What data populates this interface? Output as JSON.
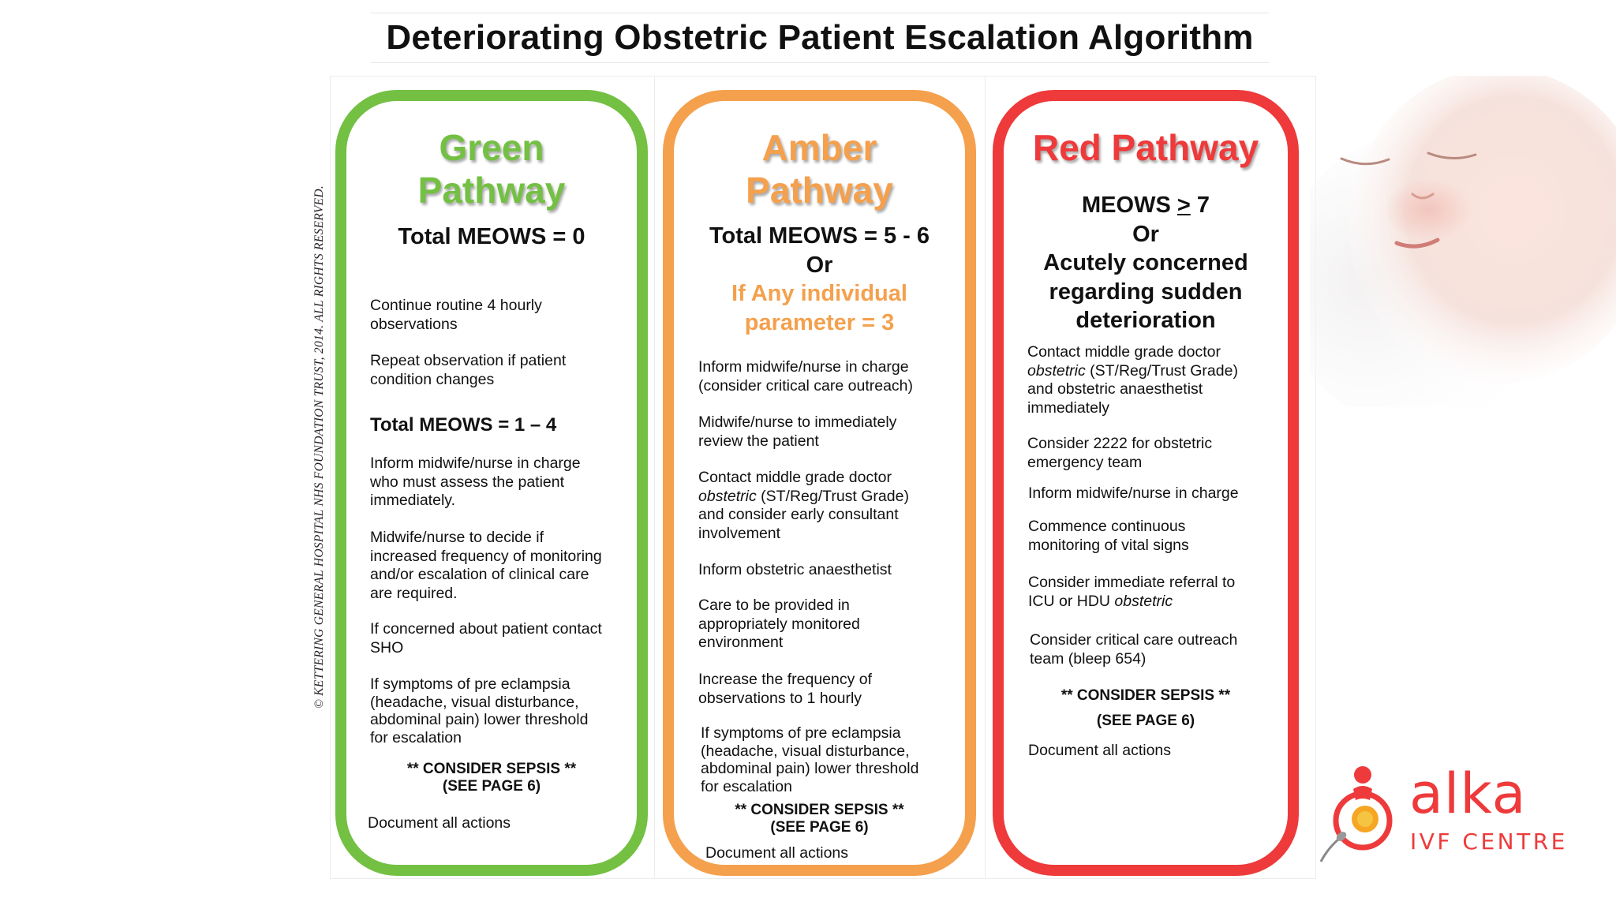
{
  "title": "Deteriorating Obstetric Patient Escalation Algorithm",
  "copyright": "© KETTERING GENERAL HOSPITAL NHS FOUNDATION TRUST, 2014. ALL RIGHTS RESERVED.",
  "colors": {
    "green": "#73c043",
    "amber": "#f4a04d",
    "red": "#ee3a3b"
  },
  "green": {
    "title_line1": "Green",
    "title_line2": "Pathway",
    "score": "Total MEOWS = 0",
    "item1_l1": "Continue routine 4 hourly",
    "item1_l2": "observations",
    "item2_l1": "Repeat observation if patient",
    "item2_l2": "condition changes",
    "score2": "Total MEOWS = 1 – 4",
    "item3_l1": "Inform midwife/nurse in charge",
    "item3_l2": "who must assess the patient",
    "item3_l3": "immediately.",
    "item4_l1": "Midwife/nurse to decide if",
    "item4_l2": "increased frequency of monitoring",
    "item4_l3": "and/or escalation of clinical care",
    "item4_l4": "are required.",
    "item5_l1": "If concerned about patient contact",
    "item5_l2": "SHO",
    "item6_l1": "If symptoms of pre eclampsia",
    "item6_l2": "(headache, visual disturbance,",
    "item6_l3": "abdominal pain) lower threshold",
    "item6_l4": "for escalation",
    "sepsis_l1": "** CONSIDER SEPSIS **",
    "sepsis_l2": "(SEE PAGE 6)",
    "document": "Document all actions"
  },
  "amber": {
    "title_line1": "Amber",
    "title_line2": "Pathway",
    "score": "Total MEOWS = 5 - 6",
    "or": "Or",
    "param_l1": "If Any individual",
    "param_l2": "parameter = 3",
    "item1_l1": "Inform midwife/nurse in charge",
    "item1_l2": "(consider critical care outreach)",
    "item2_l1": "Midwife/nurse to immediately",
    "item2_l2": "review the patient",
    "item3_l1": "Contact middle grade doctor",
    "item3_l2a": "obstetric",
    "item3_l2b": " (ST/Reg/Trust Grade)",
    "item3_l3": "and consider early consultant",
    "item3_l4": "involvement",
    "item4": "Inform obstetric anaesthetist",
    "item5_l1": "Care to be provided in",
    "item5_l2": "appropriately monitored",
    "item5_l3": "environment",
    "item6_l1": "Increase the frequency of",
    "item6_l2": "observations to 1 hourly",
    "item7_l1": "If symptoms of pre eclampsia",
    "item7_l2": "(headache, visual disturbance,",
    "item7_l3": "abdominal pain) lower threshold",
    "item7_l4": "for escalation",
    "sepsis_l1": "** CONSIDER SEPSIS **",
    "sepsis_l2": "(SEE PAGE 6)",
    "document": "Document all actions"
  },
  "red": {
    "title": "Red Pathway",
    "score_prefix": "MEOWS ",
    "score_symbol": ">",
    "score_suffix": " 7",
    "or": "Or",
    "concern_l1": "Acutely concerned",
    "concern_l2": "regarding sudden",
    "concern_l3": "deterioration",
    "item1_l1": "Contact middle grade doctor",
    "item1_l2a": "obstetric",
    "item1_l2b": " (ST/Reg/Trust Grade)",
    "item1_l3": "and obstetric anaesthetist",
    "item1_l4": "immediately",
    "item2_l1": "Consider 2222 for obstetric",
    "item2_l2": "emergency team",
    "item3": "Inform midwife/nurse in charge",
    "item4_l1": "Commence continuous",
    "item4_l2": "monitoring of vital signs",
    "item5_l1": "Consider immediate referral to",
    "item5_l2a": "ICU or HDU ",
    "item5_l2b": "obstetric",
    "item6_l1": "Consider critical care outreach",
    "item6_l2": "team (bleep 654)",
    "sepsis_l1": "** CONSIDER SEPSIS **",
    "sepsis_l2": "(SEE PAGE 6)",
    "document": "Document all actions"
  },
  "logo": {
    "name": "alka",
    "sub": "IVF CENTRE"
  }
}
